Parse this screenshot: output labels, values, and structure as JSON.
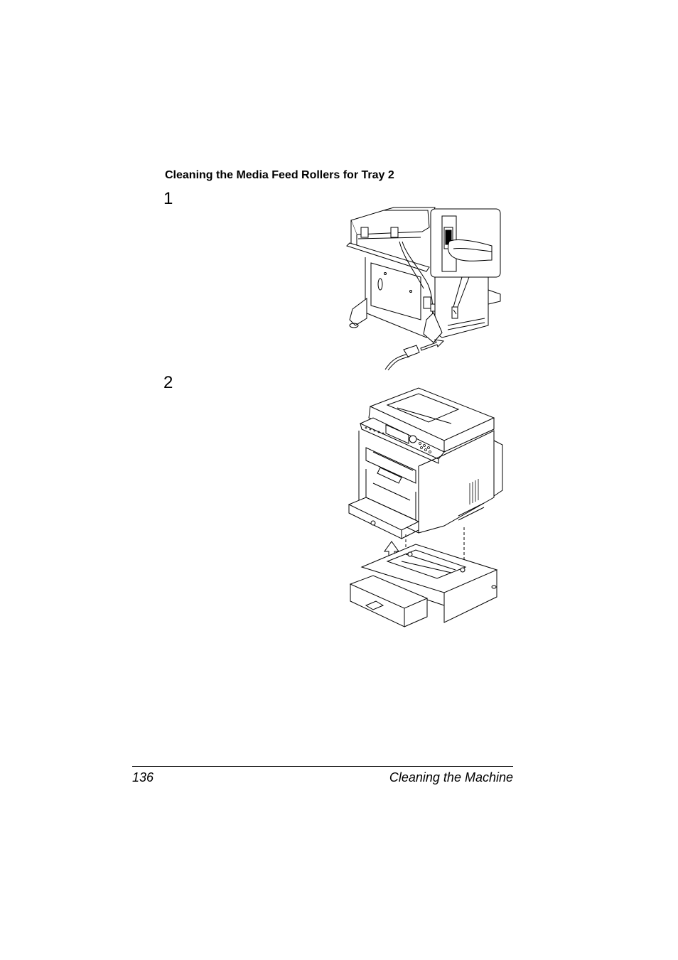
{
  "section_heading": "Cleaning the Media Feed Rollers for Tray 2",
  "steps": [
    {
      "number": "1"
    },
    {
      "number": "2"
    }
  ],
  "footer": {
    "page_number": "136",
    "section_title": "Cleaning the Machine"
  }
}
